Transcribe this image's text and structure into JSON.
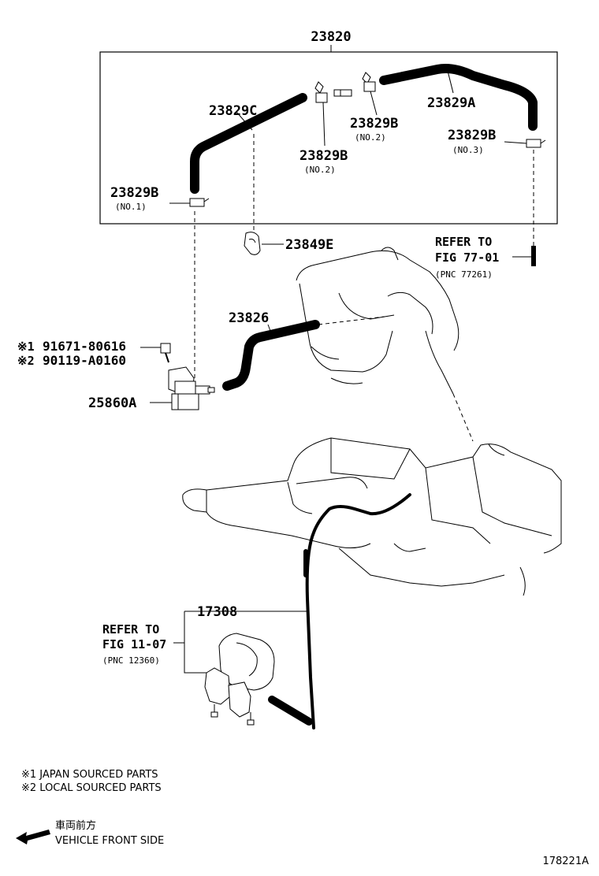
{
  "labels": {
    "assembly": "23820",
    "hose_c": "23829C",
    "hose_a": "23829A",
    "clip_no2_left": "23829B",
    "clip_no2_left_sub": "(NO.2)",
    "clip_no2_right": "23829B",
    "clip_no2_right_sub": "(NO.2)",
    "clip_no3": "23829B",
    "clip_no3_sub": "(NO.3)",
    "clip_no1": "23829B",
    "clip_no1_sub": "(NO.1)",
    "clamp": "23849E",
    "hose_b": "23826",
    "part_jp": "91671-80616",
    "part_local": "90119-A0160",
    "mark_jp": "※1",
    "mark_local": "※2",
    "valve": "25860A",
    "pipe": "17308"
  },
  "refers": {
    "ref1_line1": "REFER TO",
    "ref1_line2": "FIG 77-01",
    "ref1_line3": "(PNC 77261)",
    "ref2_line1": "REFER TO",
    "ref2_line2": "FIG 11-07",
    "ref2_line3": "(PNC 12360)"
  },
  "notes": {
    "note1": "※1 JAPAN SOURCED PARTS",
    "note2": "※2 LOCAL SOURCED PARTS",
    "direction_jp": "車両前方",
    "direction_en": "VEHICLE FRONT SIDE",
    "figure_id": "178221A"
  }
}
